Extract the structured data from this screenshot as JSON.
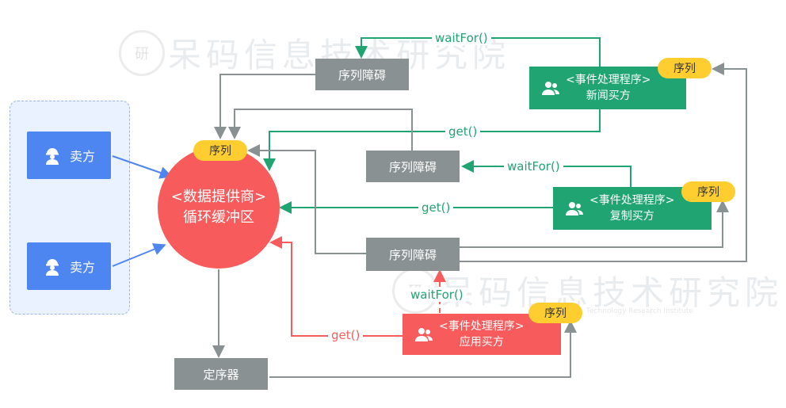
{
  "watermark": {
    "text_cn": "呆码信息技术研究院",
    "text_en": "Technology Research Institute",
    "seal": "研"
  },
  "sellers": [
    {
      "label": "卖方"
    },
    {
      "label": "卖方"
    }
  ],
  "ring_buffer": {
    "line1": "<数据提供商>",
    "line2": "循环缓冲区",
    "sequence": "序列"
  },
  "barriers": [
    {
      "label": "序列障碍"
    },
    {
      "label": "序列障碍"
    },
    {
      "label": "序列障碍"
    }
  ],
  "sequencer": {
    "label": "定序器"
  },
  "handlers": {
    "news": {
      "line1": "<事件处理程序>",
      "line2": "新闻买方",
      "sequence": "序列"
    },
    "copy": {
      "line1": "<事件处理程序>",
      "line2": "复制买方",
      "sequence": "序列"
    },
    "app": {
      "line1": "<事件处理程序>",
      "line2": "应用买方",
      "sequence": "序列"
    }
  },
  "edge_labels": {
    "wait_news": "waitFor()",
    "get_news": "get()",
    "wait_copy": "waitFor()",
    "get_copy": "get()",
    "wait_app": "waitFor()",
    "get_app": "get()"
  },
  "colors": {
    "green": "#1fa472",
    "red": "#f85b5c",
    "blue": "#4d86f0",
    "gray": "#8a9192",
    "yellow": "#fece30"
  }
}
